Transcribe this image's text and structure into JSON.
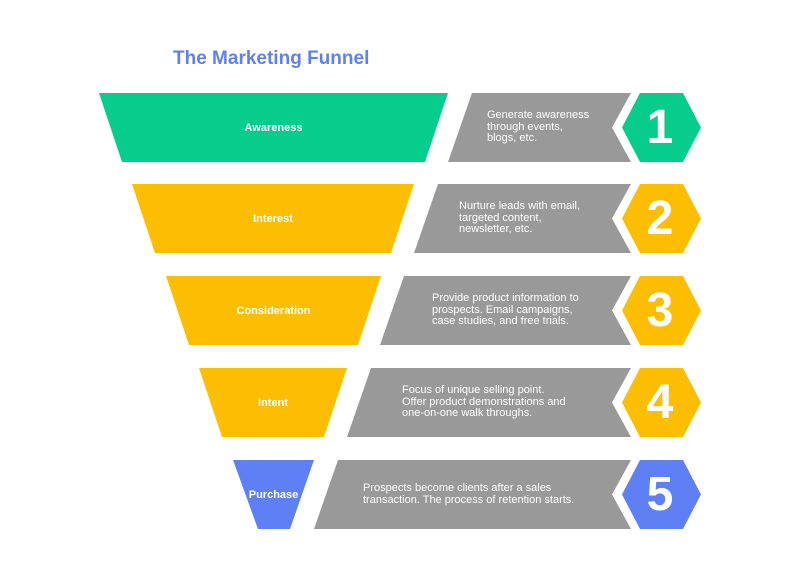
{
  "title": "The Marketing Funnel",
  "colors": {
    "green": "#06cc8c",
    "yellow": "#fdbd00",
    "blue": "#5f7ff5",
    "gray": "#999999"
  },
  "stages": [
    {
      "label": "Awareness",
      "number": "1",
      "description": "Generate awareness\nthrough events,\nblogs, etc.",
      "color": "#06cc8c"
    },
    {
      "label": "Interest",
      "number": "2",
      "description": "Nurture leads with email,\ntargeted content,\nnewsletter, etc.",
      "color": "#fdbd00"
    },
    {
      "label": "Consideration",
      "number": "3",
      "description": "Provide product information to\nprospects. Email campaigns,\ncase studies, and free trials.",
      "color": "#fdbd00"
    },
    {
      "label": "Intent",
      "number": "4",
      "description": "Focus of unique selling point.\nOffer product demonstrations and\none-on-one walk throughs.",
      "color": "#fdbd00"
    },
    {
      "label": "Purchase",
      "number": "5",
      "description": "Prospects become clients after a sales\ntransaction. The process of retention starts.",
      "color": "#5f7ff5"
    }
  ]
}
